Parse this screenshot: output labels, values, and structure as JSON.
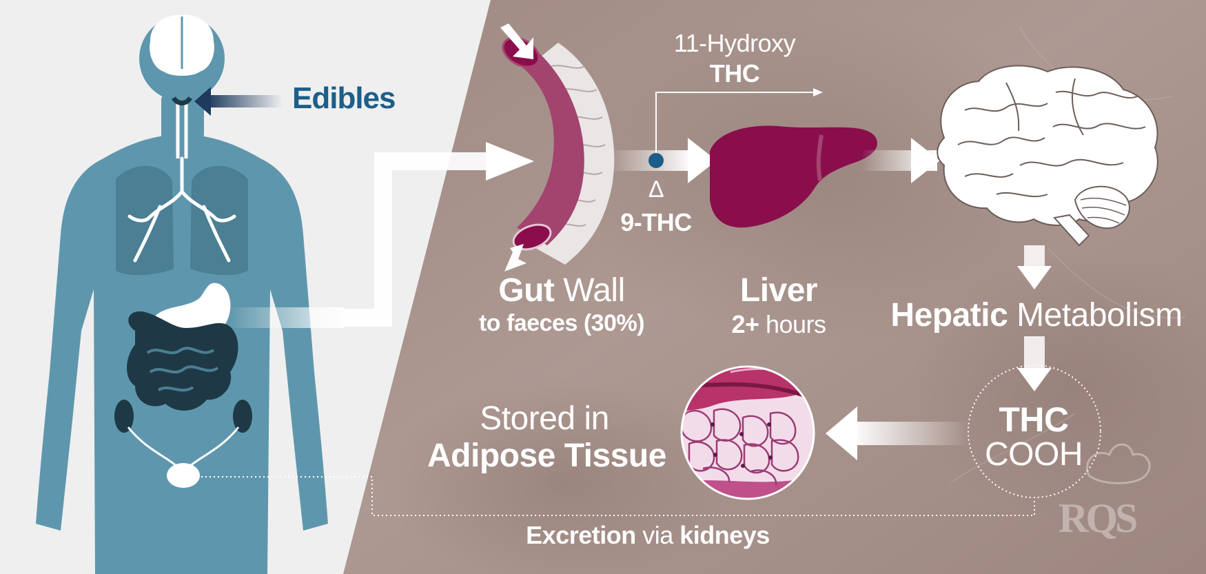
{
  "labels": {
    "edibles": "Edibles",
    "hydroxy_line1": "11-Hydroxy",
    "hydroxy_line2": "THC",
    "delta_symbol": "Δ",
    "delta_thc": "9-THC",
    "gut_strong": "Gut",
    "gut_rest": " Wall",
    "gut_sub": "to faeces (30%)",
    "liver_title": "Liver",
    "liver_sub_strong": "2+",
    "liver_sub_rest": " hours",
    "hepatic_strong": "Hepatic",
    "hepatic_rest": " Metabolism",
    "thc_line1": "THC",
    "thc_line2": "COOH",
    "stored_line1": "Stored in",
    "stored_line2": "Adipose Tissue",
    "excretion_strong1": "Excretion",
    "excretion_mid": " via ",
    "excretion_strong2": "kidneys",
    "watermark": "RQS"
  },
  "colors": {
    "body": "#5e97ad",
    "body_dark": "#4a7f94",
    "organ_dark": "#1e3945",
    "liver": "#8a0e4c",
    "gut": "#a3446f",
    "accent_blue": "#1b5e8a",
    "background_texture": "#a8938c"
  }
}
